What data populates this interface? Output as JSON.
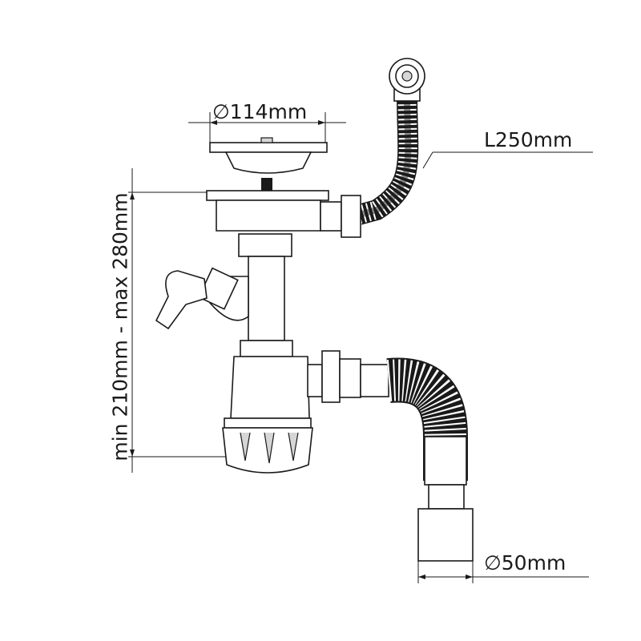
{
  "dimensions": {
    "strainer_diameter": "∅114mm",
    "overflow_hose_length": "L250mm",
    "height_range": "min 210mm - max 280mm",
    "outlet_diameter": "∅50mm"
  },
  "colors": {
    "line": "#1a1a1a",
    "background": "#ffffff",
    "shade": "#d6d6d6"
  }
}
